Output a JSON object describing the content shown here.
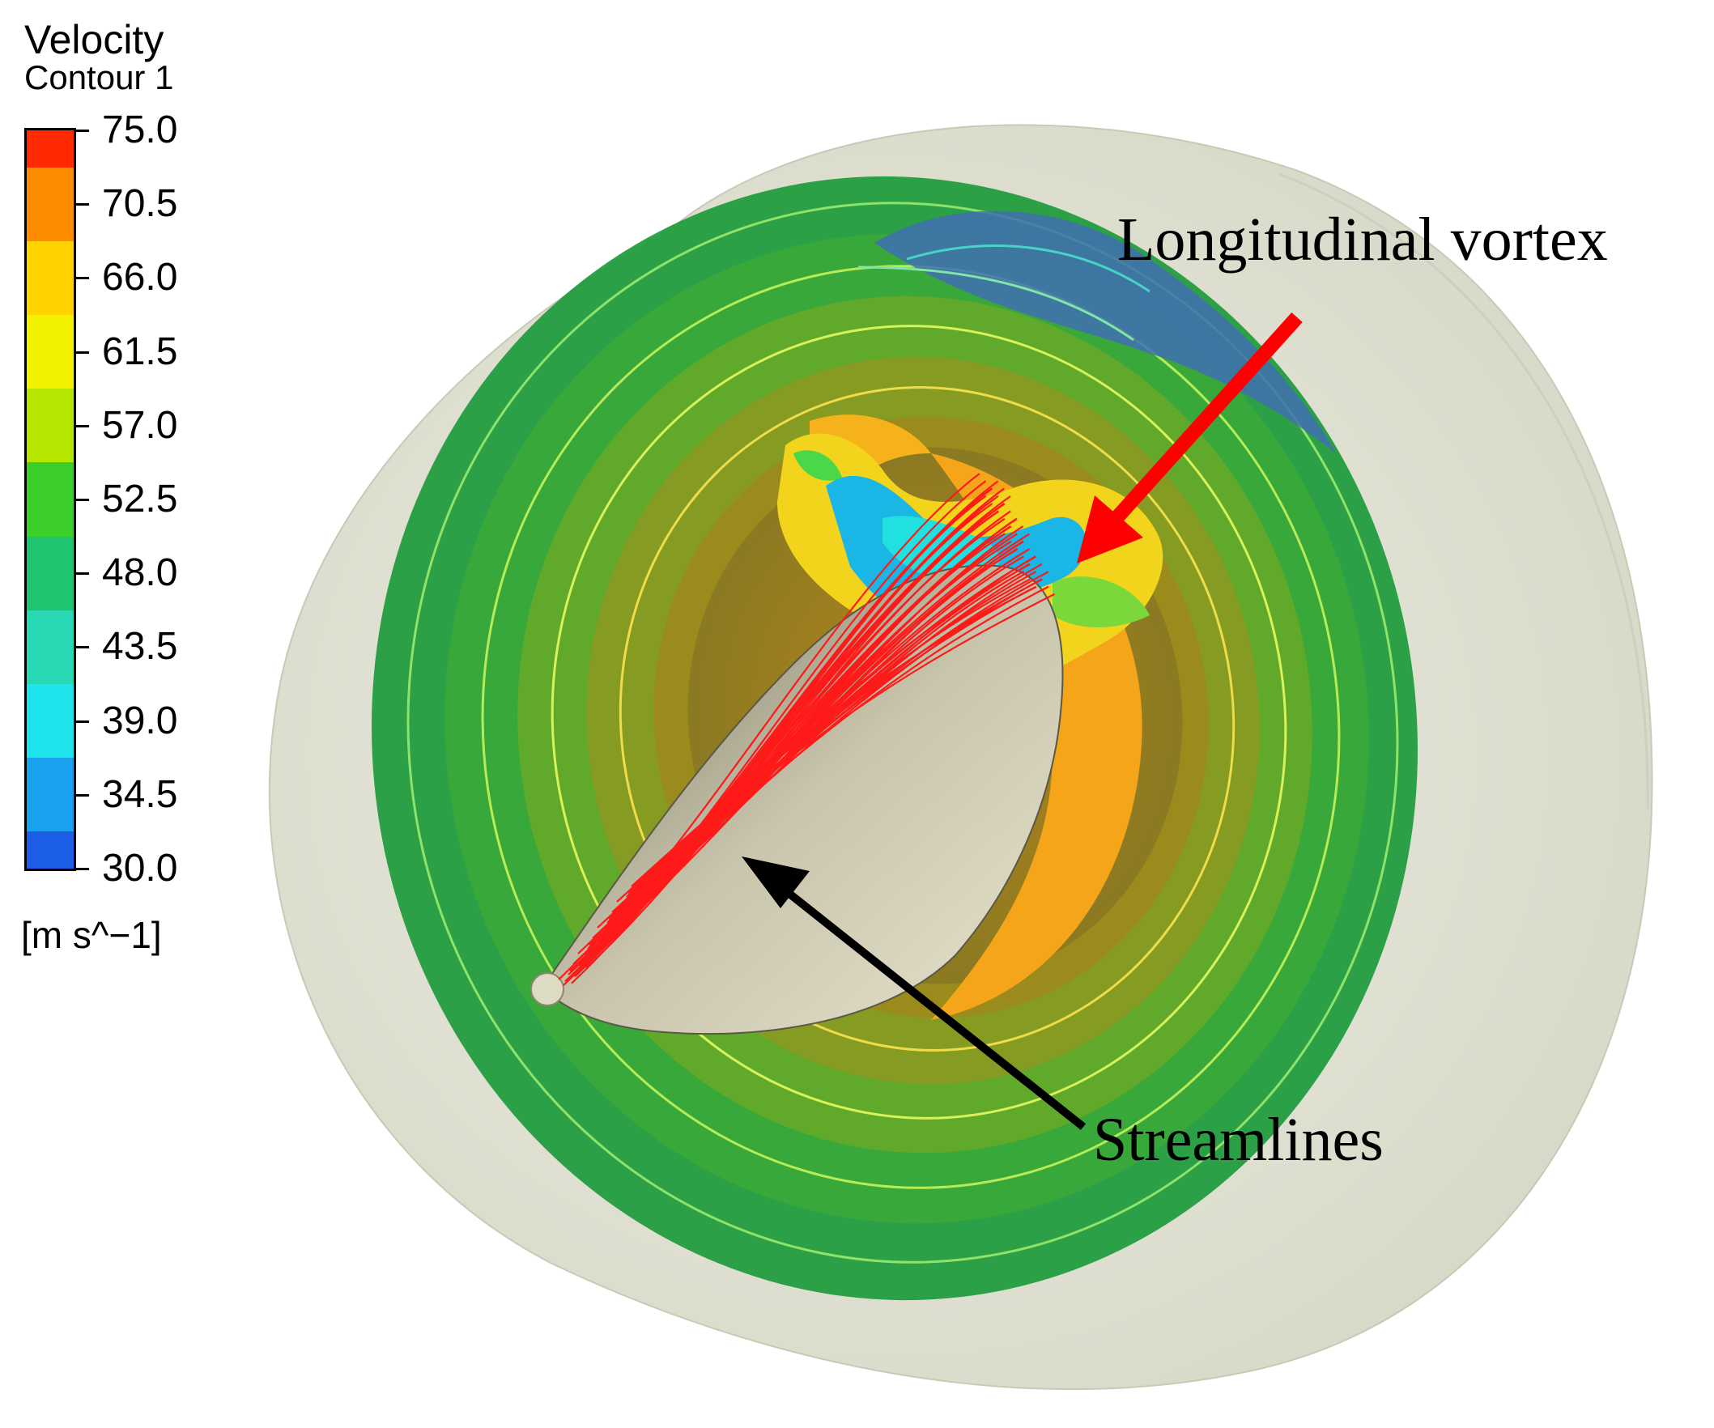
{
  "legend": {
    "title_line1": "Velocity",
    "title_line2": "Contour 1",
    "unit": "[m s^−1]",
    "ticks": [
      "75.0",
      "70.5",
      "66.0",
      "61.5",
      "57.0",
      "52.5",
      "48.0",
      "43.5",
      "39.0",
      "34.5",
      "30.0"
    ],
    "band_colors": [
      "#ff2a00",
      "#ff8c00",
      "#ffd200",
      "#f2f200",
      "#b4e600",
      "#3ccf2a",
      "#1fc46e",
      "#27d8b2",
      "#1ee4ee",
      "#19a2ee",
      "#1c5ee6",
      "#0a28e6"
    ],
    "band_colors_top_to_bottom_note": ""
  },
  "annotations": {
    "vortex": "Longitudinal vortex",
    "streamlines": "Streamlines"
  },
  "colors": {
    "vortex_arrow": "#ff0000",
    "streamline_arrow": "#000000",
    "streamlines": "#ff1a1a",
    "cylinder": "#e6e6d8",
    "cone": "#d9d5bf"
  }
}
